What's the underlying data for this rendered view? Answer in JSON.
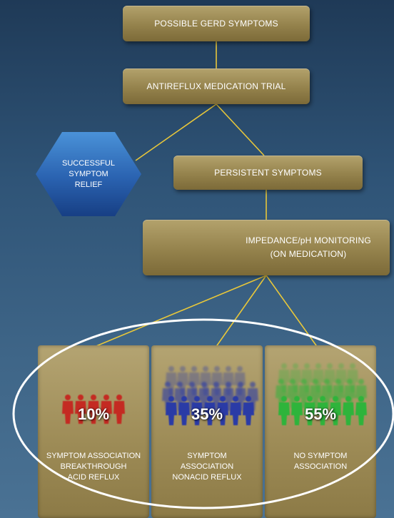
{
  "nodes": {
    "symptoms": "POSSIBLE GERD SYMPTOMS",
    "trial": "ANTIREFLUX MEDICATION TRIAL",
    "relief_line1": "SUCCESSFUL",
    "relief_line2": "SYMPTOM",
    "relief_line3": "RELIEF",
    "persistent": "PERSISTENT SYMPTOMS",
    "monitoring_line1": "IMPEDANCE/pH MONITORING",
    "monitoring_line2": "(ON MEDICATION)"
  },
  "outcomes": [
    {
      "percent": "10%",
      "caption_line1": "SYMPTOM ASSOCIATION",
      "caption_line2": "BREAKTHROUGH",
      "caption_line3": "ACID REFLUX",
      "color": "#c42a22"
    },
    {
      "percent": "35%",
      "caption_line1": "SYMPTOM",
      "caption_line2": "ASSOCIATION",
      "caption_line3": "NONACID REFLUX",
      "color": "#2c3aa6"
    },
    {
      "percent": "55%",
      "caption_line1": "NO SYMPTOM",
      "caption_line2": "ASSOCIATION",
      "caption_line3": "",
      "color": "#2fb43a"
    }
  ],
  "icons": {
    "figure": "person-group-icon"
  },
  "colors": {
    "connector": "#e8c73a",
    "box_gold": "#9c8a55",
    "hex_blue": "#2a62b0"
  }
}
